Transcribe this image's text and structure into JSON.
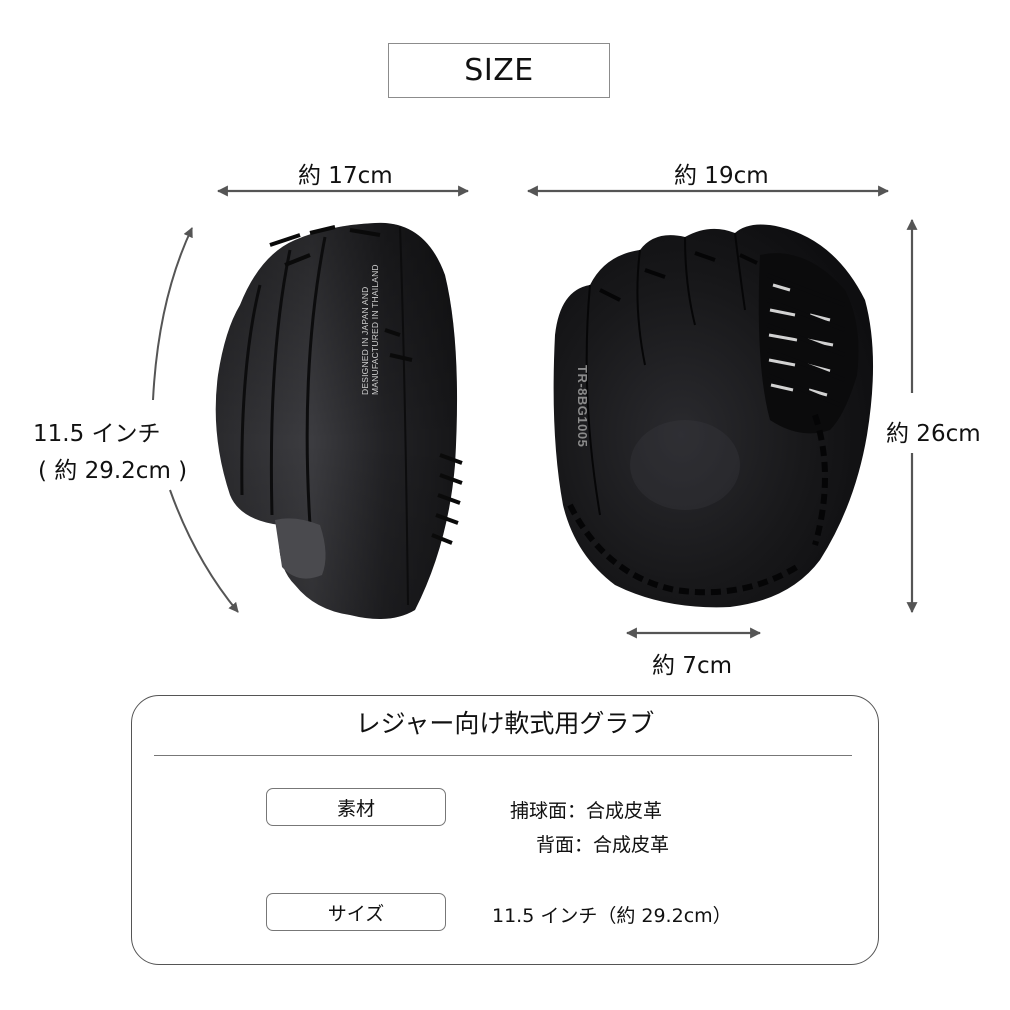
{
  "header": {
    "title": "SIZE"
  },
  "dimensions": {
    "back_width": "約 17cm",
    "palm_width": "約 19cm",
    "height": "約 26cm",
    "wrist_width": "約 7cm",
    "length_line1": "11.5 インチ",
    "length_line2": "( 約 29.2cm )"
  },
  "gloves": {
    "back_view_print": [
      "DESIGNED IN JAPAN AND",
      "MANUFACTURED IN THAILAND"
    ],
    "palm_view_model": "TR-8BG1005",
    "color": "#1a1a1c"
  },
  "spec": {
    "title": "レジャー向け軟式用グラブ",
    "rows": [
      {
        "label": "素材",
        "values": [
          "捕球面：合成皮革",
          "背面：合成皮革"
        ]
      },
      {
        "label": "サイズ",
        "values": [
          "11.5 インチ（約 29.2cm）"
        ]
      }
    ]
  },
  "colors": {
    "arrow": "#555555",
    "border": "#777777",
    "text": "#111111"
  }
}
